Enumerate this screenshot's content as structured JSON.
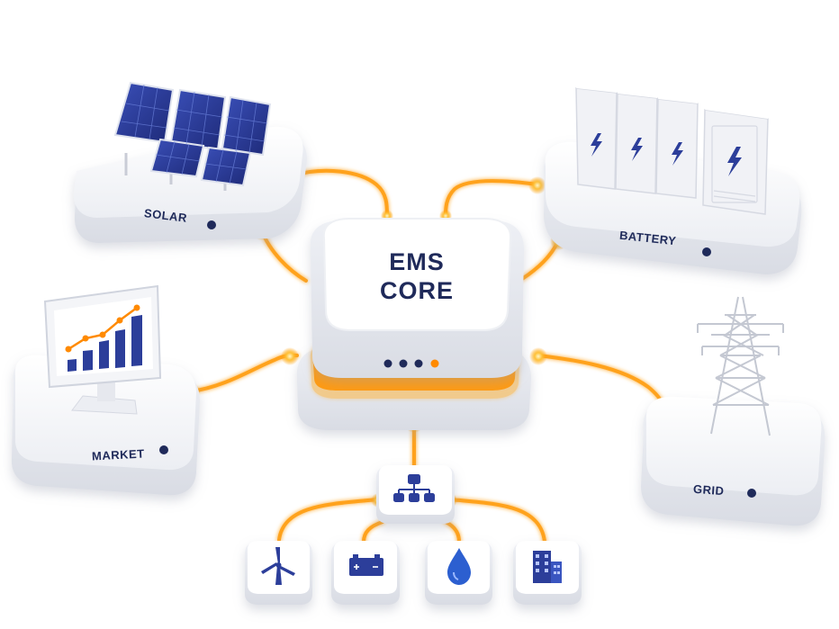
{
  "core": {
    "title_line1": "EMS",
    "title_line2": "CORE"
  },
  "nodes": {
    "solar": {
      "label": "SOLAR",
      "icon": "solar-panel-icon"
    },
    "battery": {
      "label": "BATTERY",
      "icon": "battery-cabinet-icon"
    },
    "market": {
      "label": "MARKET",
      "icon": "bar-chart-monitor-icon"
    },
    "grid": {
      "label": "GRID",
      "icon": "transmission-tower-icon"
    }
  },
  "hub": {
    "icon": "network-hierarchy-icon"
  },
  "sub_devices": [
    {
      "name": "wind",
      "icon": "wind-turbine-icon"
    },
    {
      "name": "battery",
      "icon": "battery-icon"
    },
    {
      "name": "water",
      "icon": "water-drop-icon"
    },
    {
      "name": "building",
      "icon": "building-icon"
    }
  ],
  "colors": {
    "accent": "#FF8A00",
    "glow": "#FFB640",
    "navy": "#1F2A5A",
    "panel_blue": "#2C3E9A",
    "platform": "#F4F5F8"
  }
}
